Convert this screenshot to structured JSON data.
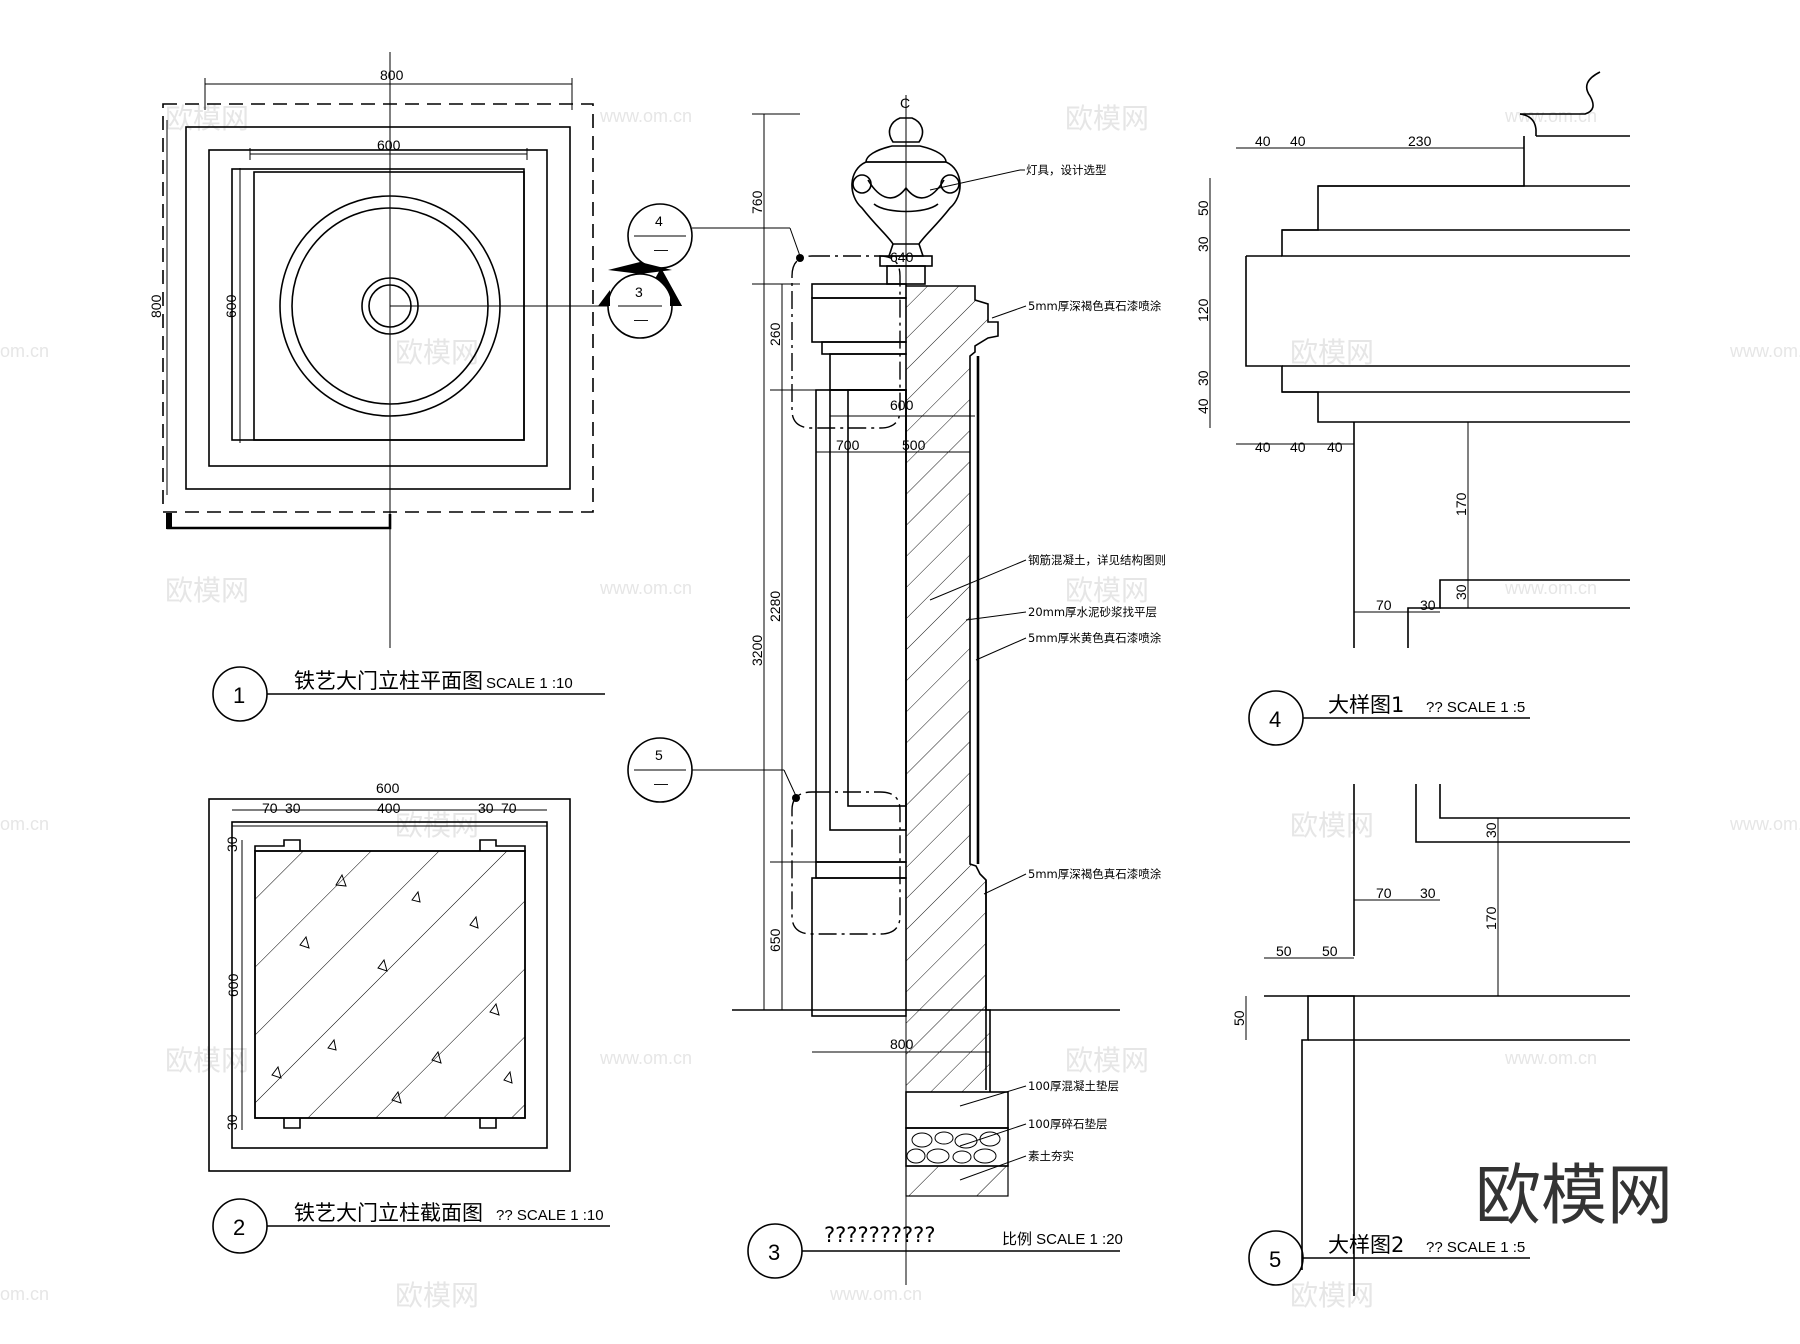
{
  "plan": {
    "dims": {
      "overall_w": "800",
      "overall_h": "800",
      "inner_w": "600",
      "inner_h": "600"
    },
    "title": "铁艺大门立柱平面图",
    "scale": "SCALE 1 :10",
    "number": "1"
  },
  "section": {
    "dims": {
      "w": "600",
      "h": "600",
      "parts": [
        "70",
        "30",
        "400",
        "30",
        "70"
      ],
      "edge_top": "30",
      "edge_bottom": "30"
    },
    "title": "铁艺大门立柱截面图",
    "scale": "?? SCALE 1 :10",
    "number": "2"
  },
  "elevation": {
    "centerline": "C",
    "dims": {
      "total": "3200",
      "top": "760",
      "cap": "260",
      "shaft": "2280",
      "base": "650",
      "d640": "640",
      "d600": "600",
      "d700": "700",
      "d500": "500",
      "d800": "800"
    },
    "notes": [
      "灯具，设计选型",
      "5mm厚深褐色真石漆喷涂",
      "钢筋混凝土，详见结构图则",
      "20mm厚水泥砂浆找平层",
      "5mm厚米黄色真石漆喷涂",
      "5mm厚深褐色真石漆喷涂",
      "100厚混凝土垫层",
      "100厚碎石垫层",
      "素土夯实"
    ],
    "title": "??????????",
    "scale": "比例 SCALE 1 :20",
    "number": "3",
    "callouts": {
      "detail1": "4",
      "detail2": "5",
      "section_mark": "3",
      "dash": "—"
    }
  },
  "detail1": {
    "dims": {
      "top": [
        "40",
        "40",
        "230"
      ],
      "left": [
        "50",
        "30",
        "120",
        "30",
        "40"
      ],
      "bottom": [
        "40",
        "40",
        "40"
      ],
      "h170": "170",
      "h30": "30",
      "b70": "70",
      "b30": "30"
    },
    "title": "大样图1",
    "scale": "?? SCALE 1 :5",
    "number": "4"
  },
  "detail2": {
    "dims": {
      "h30": "30",
      "b70": "70",
      "b30": "30",
      "h170": "170",
      "t50a": "50",
      "t50b": "50",
      "h50": "50"
    },
    "title": "大样图2",
    "scale": "?? SCALE 1 :5",
    "number": "5"
  },
  "watermarks": {
    "cn": "欧模网",
    "url": "www.om.cn",
    "url_edge": "om.cn",
    "brand": "欧模网"
  }
}
